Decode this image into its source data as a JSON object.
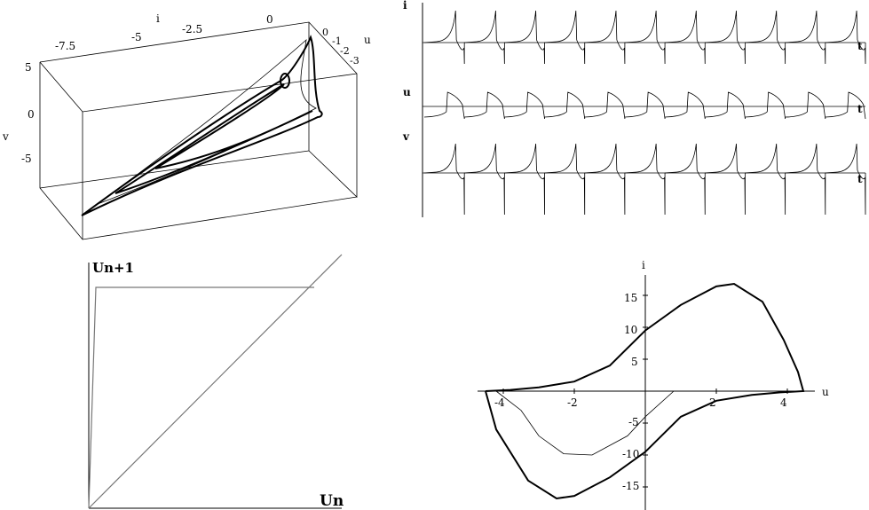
{
  "panel3d": {
    "axis_i_label": "i",
    "axis_u_label": "u",
    "axis_v_label": "v",
    "i_ticks": [
      "-7.5",
      "-5",
      "-2.5",
      "0"
    ],
    "u_ticks": [
      "0",
      "-1",
      "-2",
      "-3"
    ],
    "v_ticks": [
      "5",
      "0",
      "-5"
    ]
  },
  "timeseries": {
    "labels": [
      "i",
      "u",
      "v"
    ],
    "time_label": "t",
    "periods": 11
  },
  "return_map": {
    "y_label": "Un+1",
    "x_label": "Un"
  },
  "phase": {
    "x_label": "u",
    "y_label": "i",
    "x_ticks": [
      "-4",
      "-2",
      "0",
      "2",
      "4"
    ],
    "y_ticks": [
      "15",
      "10",
      "5",
      "-5",
      "-10",
      "-15"
    ],
    "x_range": [
      -4.6,
      4.6
    ],
    "y_range": [
      -18,
      18
    ]
  },
  "colors": {
    "line": "#000000",
    "gray": "#777777"
  }
}
